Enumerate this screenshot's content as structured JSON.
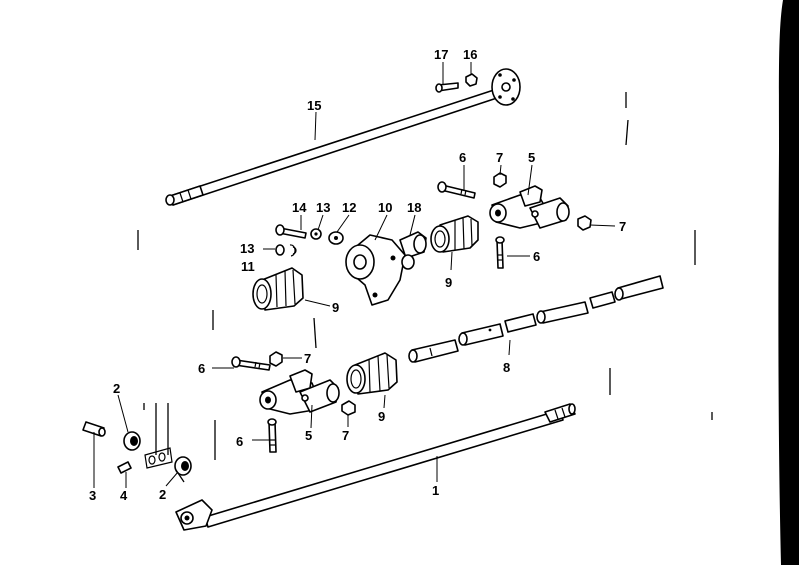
{
  "diagram": {
    "labels": {
      "l1": "1",
      "l2a": "2",
      "l2b": "2",
      "l3": "3",
      "l4": "4",
      "l5a": "5",
      "l5b": "5",
      "l6a": "6",
      "l6b": "6",
      "l6c": "6",
      "l6d": "6",
      "l7a": "7",
      "l7b": "7",
      "l7c": "7",
      "l7d": "7",
      "l8": "8",
      "l9a": "9",
      "l9b": "9",
      "l9c": "9",
      "l10": "10",
      "l11": "11",
      "l12": "12",
      "l13a": "13",
      "l13b": "13",
      "l14": "14",
      "l15": "15",
      "l16": "16",
      "l17": "17",
      "l18": "18"
    }
  }
}
